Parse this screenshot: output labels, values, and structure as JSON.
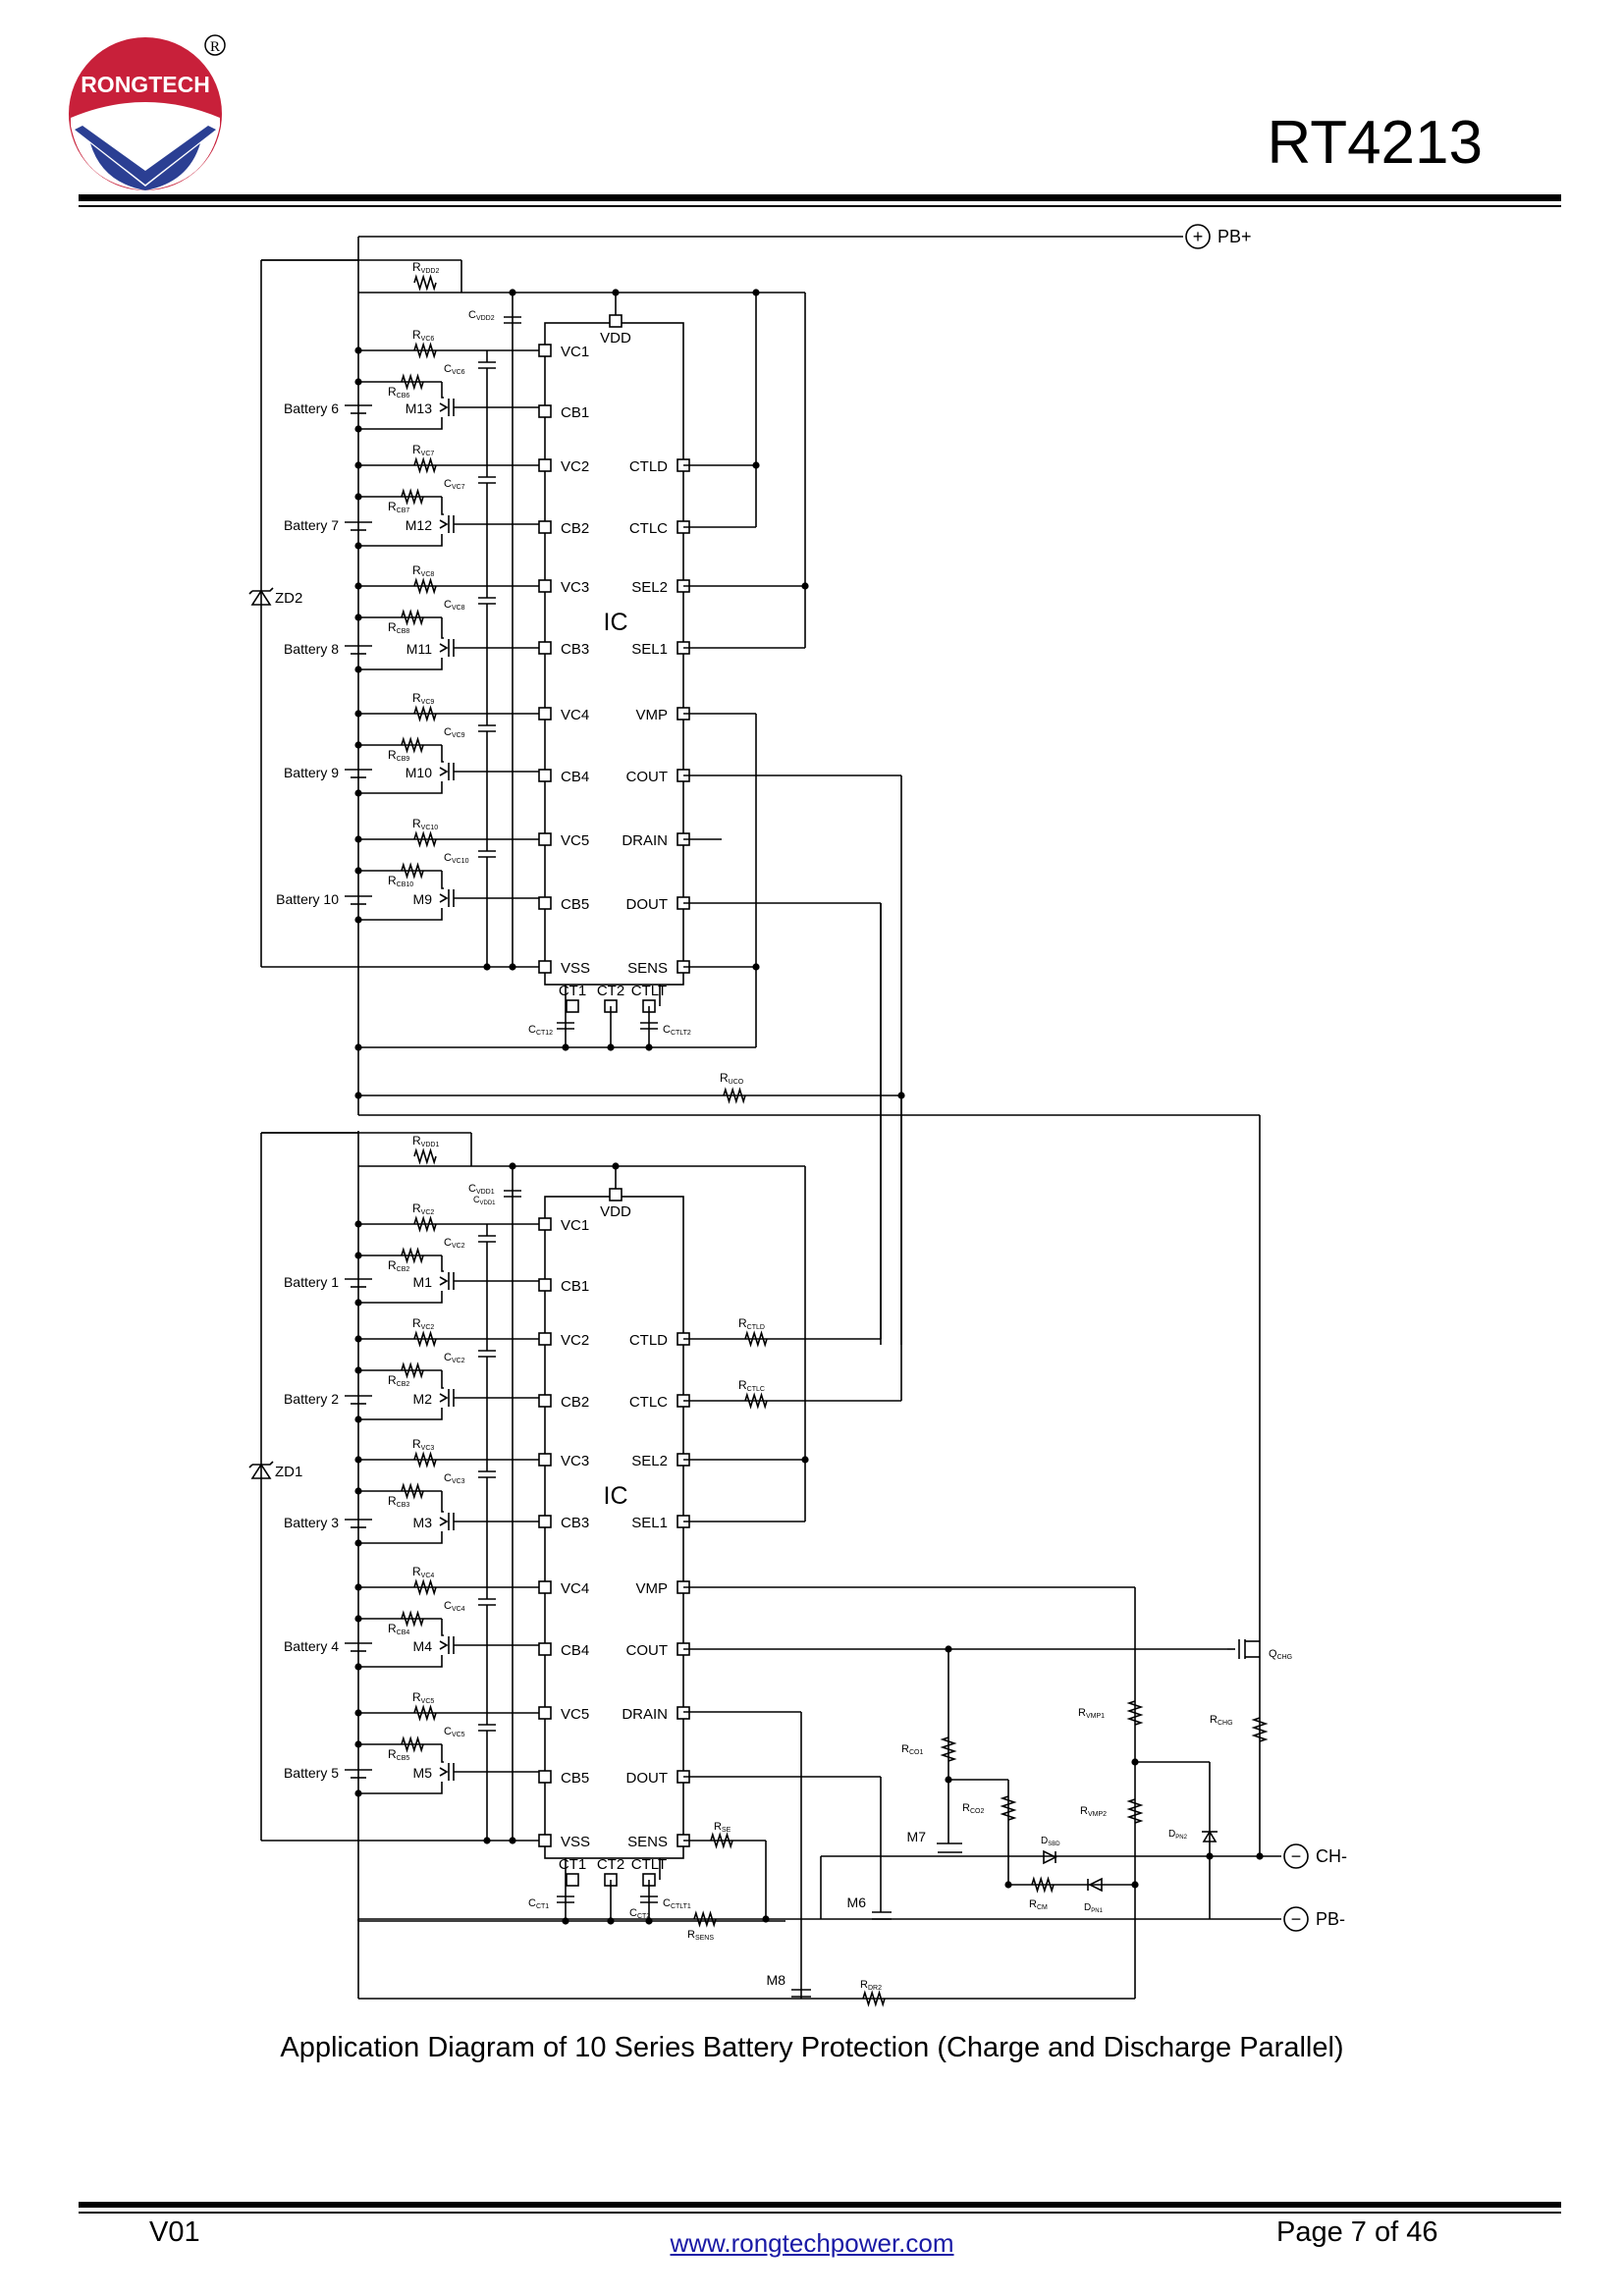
{
  "header": {
    "logo_text": "RONGTECH",
    "registered_mark": "R",
    "title": "RT4213"
  },
  "diagram": {
    "pb_plus": "PB+",
    "pb_minus": "PB-",
    "ch_minus": "CH-",
    "ic_label": "IC",
    "top_ic": {
      "vdd": "VDD",
      "left_pins": [
        "VC1",
        "CB1",
        "VC2",
        "CB2",
        "VC3",
        "CB3",
        "VC4",
        "CB4",
        "VC5",
        "CB5",
        "VSS"
      ],
      "right_pins": [
        "CTLD",
        "CTLC",
        "SEL2",
        "SEL1",
        "VMP",
        "COUT",
        "DRAIN",
        "DOUT",
        "SENS"
      ],
      "bottom_pins": [
        "CT1",
        "CT2",
        "CTLT"
      ],
      "batteries": [
        "Battery 6",
        "Battery 7",
        "Battery 8",
        "Battery 9",
        "Battery 10"
      ],
      "mosfets": [
        "M13",
        "M12",
        "M11",
        "M10",
        "M9"
      ],
      "rvc": [
        [
          "R",
          "VC6"
        ],
        [
          "R",
          "VC7"
        ],
        [
          "R",
          "VC8"
        ],
        [
          "R",
          "VC9"
        ],
        [
          "R",
          "VC10"
        ]
      ],
      "cvc": [
        [
          "C",
          "VC6"
        ],
        [
          "C",
          "VC7"
        ],
        [
          "C",
          "VC8"
        ],
        [
          "C",
          "VC9"
        ],
        [
          "C",
          "VC10"
        ]
      ],
      "rcb": [
        [
          "R",
          "CB6"
        ],
        [
          "R",
          "CB7"
        ],
        [
          "R",
          "CB8"
        ],
        [
          "R",
          "CB9"
        ],
        [
          "R",
          "CB10"
        ]
      ],
      "rvdd": [
        "R",
        "VDD2"
      ],
      "cvdd": [
        "C",
        "VDD2"
      ],
      "zener": "ZD2",
      "cct": [
        "C",
        "CT12"
      ],
      "cctlt": [
        "C",
        "CTLT2"
      ]
    },
    "bottom_ic": {
      "vdd": "VDD",
      "left_pins": [
        "VC1",
        "CB1",
        "VC2",
        "CB2",
        "VC3",
        "CB3",
        "VC4",
        "CB4",
        "VC5",
        "CB5",
        "VSS"
      ],
      "right_pins": [
        "CTLD",
        "CTLC",
        "SEL2",
        "SEL1",
        "VMP",
        "COUT",
        "DRAIN",
        "DOUT",
        "SENS"
      ],
      "bottom_pins": [
        "CT1",
        "CT2",
        "CTLT"
      ],
      "batteries": [
        "Battery 1",
        "Battery 2",
        "Battery 3",
        "Battery 4",
        "Battery 5"
      ],
      "mosfets": [
        "M1",
        "M2",
        "M3",
        "M4",
        "M5"
      ],
      "rvc": [
        [
          "R",
          "VC2"
        ],
        [
          "R",
          "VC2"
        ],
        [
          "R",
          "VC3"
        ],
        [
          "R",
          "VC4"
        ],
        [
          "R",
          "VC5"
        ]
      ],
      "cvc": [
        [
          "C",
          "VC2"
        ],
        [
          "C",
          "VC2"
        ],
        [
          "C",
          "VC3"
        ],
        [
          "C",
          "VC4"
        ],
        [
          "C",
          "VC5"
        ]
      ],
      "rcb": [
        [
          "R",
          "CB2"
        ],
        [
          "R",
          "CB2"
        ],
        [
          "R",
          "CB3"
        ],
        [
          "R",
          "CB4"
        ],
        [
          "R",
          "CB5"
        ]
      ],
      "rvdd": [
        "R",
        "VDD1"
      ],
      "cvdd": [
        "C",
        "VDD1"
      ],
      "zener": "ZD1",
      "cct": [
        "C",
        "CT1"
      ],
      "cct2": [
        "C",
        "CT2"
      ],
      "cctlt": [
        "C",
        "CTLT1"
      ]
    },
    "rucol": [
      "R",
      "UCO"
    ],
    "rctld": [
      "R",
      "CTLD"
    ],
    "rctlc": [
      "R",
      "CTLC"
    ],
    "rse": [
      "R",
      "SE"
    ],
    "rsens": [
      "R",
      "SENS"
    ],
    "rco1": [
      "R",
      "CO1"
    ],
    "rco2": [
      "R",
      "CO2"
    ],
    "rvmp1": [
      "R",
      "VMP1"
    ],
    "rvmp2": [
      "R",
      "VMP2"
    ],
    "rchg": [
      "R",
      "CHG"
    ],
    "qchg": [
      "Q",
      "CHG"
    ],
    "dsbd": [
      "D",
      "SBD"
    ],
    "dpn1": [
      "D",
      "PN1"
    ],
    "dpn2": [
      "D",
      "PN2"
    ],
    "rcm": [
      "R",
      "CM"
    ],
    "rdr2": [
      "R",
      "DR2"
    ],
    "m6": "M6",
    "m7": "M7",
    "m8": "M8"
  },
  "caption": "Application Diagram of 10 Series Battery Protection (Charge and Discharge Parallel)",
  "footer": {
    "version": "V01",
    "url": "www.rongtechpower.com",
    "page": "Page 7 of 46"
  }
}
